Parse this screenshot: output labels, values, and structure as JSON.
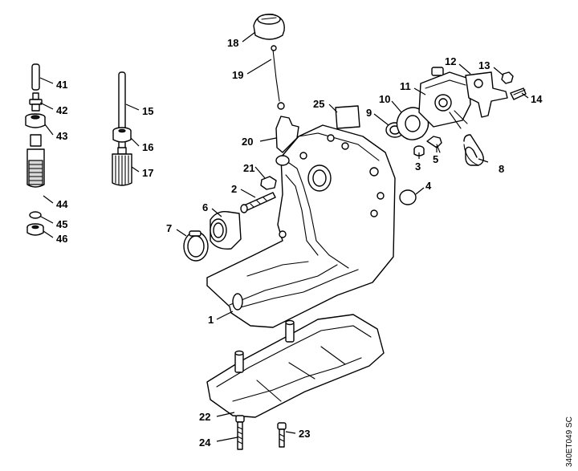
{
  "reference_code": "340ET049 SC",
  "callouts": [
    {
      "id": "c1",
      "label": "1"
    },
    {
      "id": "c2",
      "label": "2"
    },
    {
      "id": "c3",
      "label": "3"
    },
    {
      "id": "c4",
      "label": "4"
    },
    {
      "id": "c5",
      "label": "5"
    },
    {
      "id": "c6",
      "label": "6"
    },
    {
      "id": "c7",
      "label": "7"
    },
    {
      "id": "c8",
      "label": "8"
    },
    {
      "id": "c9",
      "label": "9"
    },
    {
      "id": "c10",
      "label": "10"
    },
    {
      "id": "c11",
      "label": "11"
    },
    {
      "id": "c12",
      "label": "12"
    },
    {
      "id": "c13",
      "label": "13"
    },
    {
      "id": "c14",
      "label": "14"
    },
    {
      "id": "c15",
      "label": "15"
    },
    {
      "id": "c16",
      "label": "16"
    },
    {
      "id": "c17",
      "label": "17"
    },
    {
      "id": "c18",
      "label": "18"
    },
    {
      "id": "c19",
      "label": "19"
    },
    {
      "id": "c20",
      "label": "20"
    },
    {
      "id": "c21",
      "label": "21"
    },
    {
      "id": "c22",
      "label": "22"
    },
    {
      "id": "c23",
      "label": "23"
    },
    {
      "id": "c24",
      "label": "24"
    },
    {
      "id": "c25",
      "label": "25"
    },
    {
      "id": "c41",
      "label": "41"
    },
    {
      "id": "c42",
      "label": "42"
    },
    {
      "id": "c43",
      "label": "43"
    },
    {
      "id": "c44",
      "label": "44"
    },
    {
      "id": "c45",
      "label": "45"
    },
    {
      "id": "c46",
      "label": "46"
    }
  ]
}
